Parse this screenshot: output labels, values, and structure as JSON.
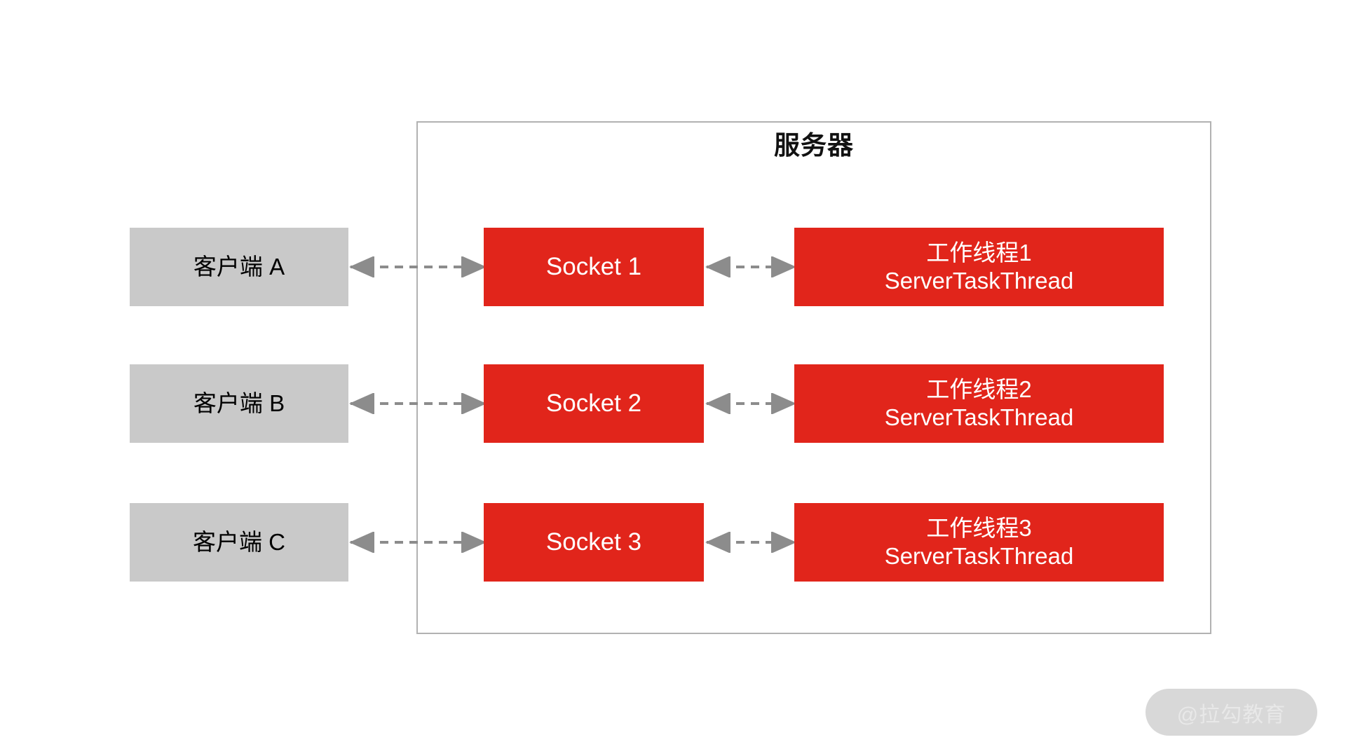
{
  "diagram": {
    "title": "服务器",
    "background": "#ffffff",
    "colors": {
      "red": "#e1251b",
      "gray_box": "#c9c9c9",
      "border": "#b2b2b2",
      "arrow": "#808080",
      "text_dark": "#000000",
      "text_light": "#ffffff"
    },
    "clients": [
      {
        "label": "客户端 A"
      },
      {
        "label": "客户端 B"
      },
      {
        "label": "客户端 C"
      }
    ],
    "sockets": [
      {
        "label": "Socket 1"
      },
      {
        "label": "Socket 2"
      },
      {
        "label": "Socket 3"
      }
    ],
    "workers": [
      {
        "line1": "工作线程1",
        "line2": "ServerTaskThread"
      },
      {
        "line1": "工作线程2",
        "line2": "ServerTaskThread"
      },
      {
        "line1": "工作线程3",
        "line2": "ServerTaskThread"
      }
    ],
    "connectors": [
      {
        "name": "client-a-to-socket-1",
        "style": "dashed",
        "arrows": "both"
      },
      {
        "name": "socket-1-to-worker-1",
        "style": "dashed",
        "arrows": "both"
      },
      {
        "name": "client-b-to-socket-2",
        "style": "dashed",
        "arrows": "both"
      },
      {
        "name": "socket-2-to-worker-2",
        "style": "dashed",
        "arrows": "both"
      },
      {
        "name": "client-c-to-socket-3",
        "style": "dashed",
        "arrows": "both"
      },
      {
        "name": "socket-3-to-worker-3",
        "style": "dashed",
        "arrows": "both"
      }
    ],
    "watermark": {
      "text": "@拉勾教育"
    }
  }
}
